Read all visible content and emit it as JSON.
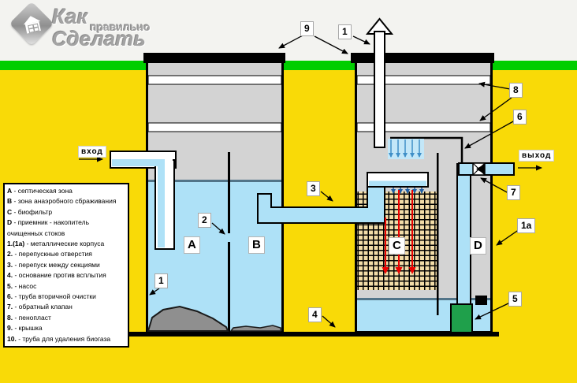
{
  "logo": {
    "line1": "Как",
    "line2": "правильно",
    "line3": "Сделать"
  },
  "flow_labels": {
    "inlet": "вход",
    "outlet": "выход"
  },
  "zone_labels": {
    "a": "A",
    "b": "B",
    "c": "C",
    "d": "D"
  },
  "callouts": {
    "c9": "9",
    "c1_top": "1",
    "c1_left": "1",
    "c1a": "1а",
    "c2": "2",
    "c3": "3",
    "c4": "4",
    "c5": "5",
    "c6": "6",
    "c7": "7",
    "c8": "8"
  },
  "legend": {
    "items": [
      {
        "key": "A",
        "text": " - септическая зона"
      },
      {
        "key": "B",
        "text": " - зона анаэробного сбраживания"
      },
      {
        "key": "C",
        "text": " - биофильтр"
      },
      {
        "key": "D",
        "text": " - приемник - накопитель очищенных стоков"
      },
      {
        "key": "1.(1а)",
        "text": " - металлические корпуса"
      },
      {
        "key": "2.",
        "text": " - перепускные отверстия"
      },
      {
        "key": "3.",
        "text": " - перепуск между секциями"
      },
      {
        "key": "4.",
        "text": " - основание против всплытия"
      },
      {
        "key": "5.",
        "text": " - насос"
      },
      {
        "key": "6.",
        "text": " - труба вторичной очистки"
      },
      {
        "key": "7.",
        "text": " - обратный клапан"
      },
      {
        "key": "8.",
        "text": " - пенопласт"
      },
      {
        "key": "9.",
        "text": " - крышка"
      },
      {
        "key": "10.",
        "text": " - труба для удаления биогаза"
      }
    ]
  },
  "colors": {
    "soil_yellow": "#F9DA07",
    "grass_green": "#00CE00",
    "header_gray": "#F3F3F0",
    "tank_gray": "#D3D3D3",
    "water_blue": "#AEE1F7",
    "waterline": "#527488",
    "biofilter_tan": "#F2DCA8",
    "pump_green": "#1FA04B",
    "arrow_red": "#EA0000",
    "spray_blue": "#3F8FC7",
    "drip_navy": "#1E5FA5"
  }
}
